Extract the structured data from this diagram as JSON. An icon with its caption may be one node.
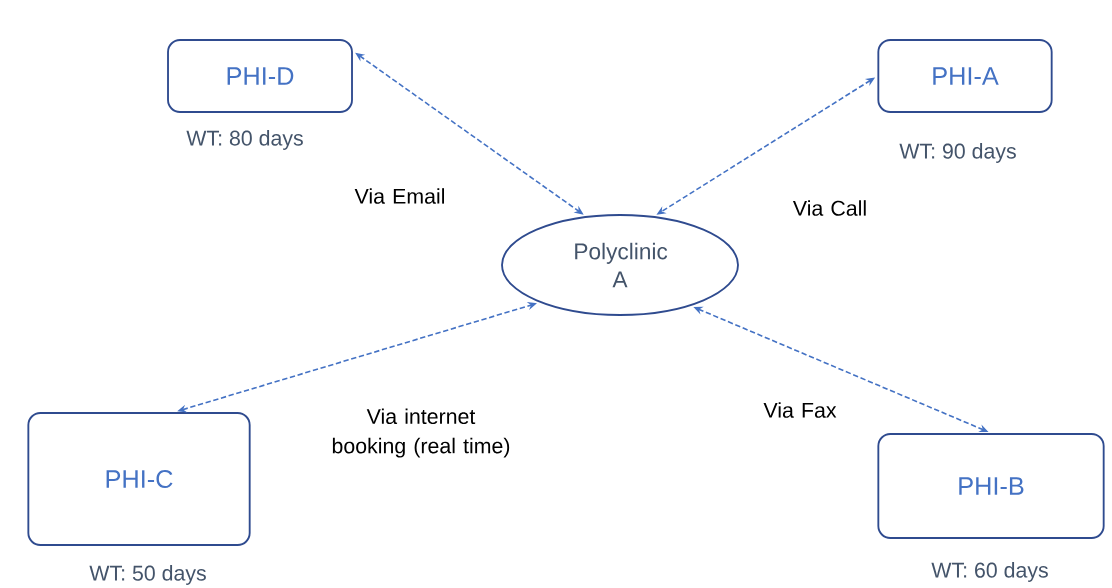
{
  "diagram": {
    "nodes": [
      {
        "text": [
          "PHI-D"
        ],
        "beside": [
          "WT: 80 days"
        ]
      },
      {
        "text": [
          "PHI-A"
        ],
        "beside": [
          "WT: 90 days"
        ]
      },
      {
        "text": [
          "Polyclinic A"
        ]
      },
      {
        "text": [
          "PHI-C"
        ],
        "beside": [
          "WT: 50 days"
        ]
      },
      {
        "text": [
          "PHI-B"
        ],
        "beside": [
          "WT: 60 days"
        ]
      }
    ],
    "edges": [
      {
        "from": 0,
        "to": 2,
        "arrow": "both",
        "label": "Via Email",
        "style": "dashed"
      },
      {
        "from": 1,
        "to": 2,
        "arrow": "both",
        "label": "Via Call",
        "style": "dashed"
      },
      {
        "from": 3,
        "to": 2,
        "arrow": "both",
        "label": "Via internet booking (real time)",
        "style": "dashed"
      },
      {
        "from": 4,
        "to": 2,
        "arrow": "both",
        "label": "Via Fax",
        "style": "dashed"
      }
    ]
  }
}
